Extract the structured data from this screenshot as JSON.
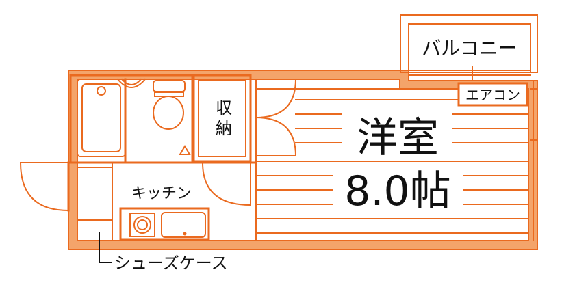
{
  "colors": {
    "line": "#ea6a1f",
    "fill": "#f4a46a",
    "text": "#111111",
    "background": "#ffffff"
  },
  "rooms": {
    "balcony": "バルコニー",
    "aircon": "エアコン",
    "storage_line1": "収",
    "storage_line2": "納",
    "western_room": "洋室",
    "room_size": "8.0帖",
    "kitchen": "キッチン",
    "shoe_cabinet": "シューズケース"
  }
}
